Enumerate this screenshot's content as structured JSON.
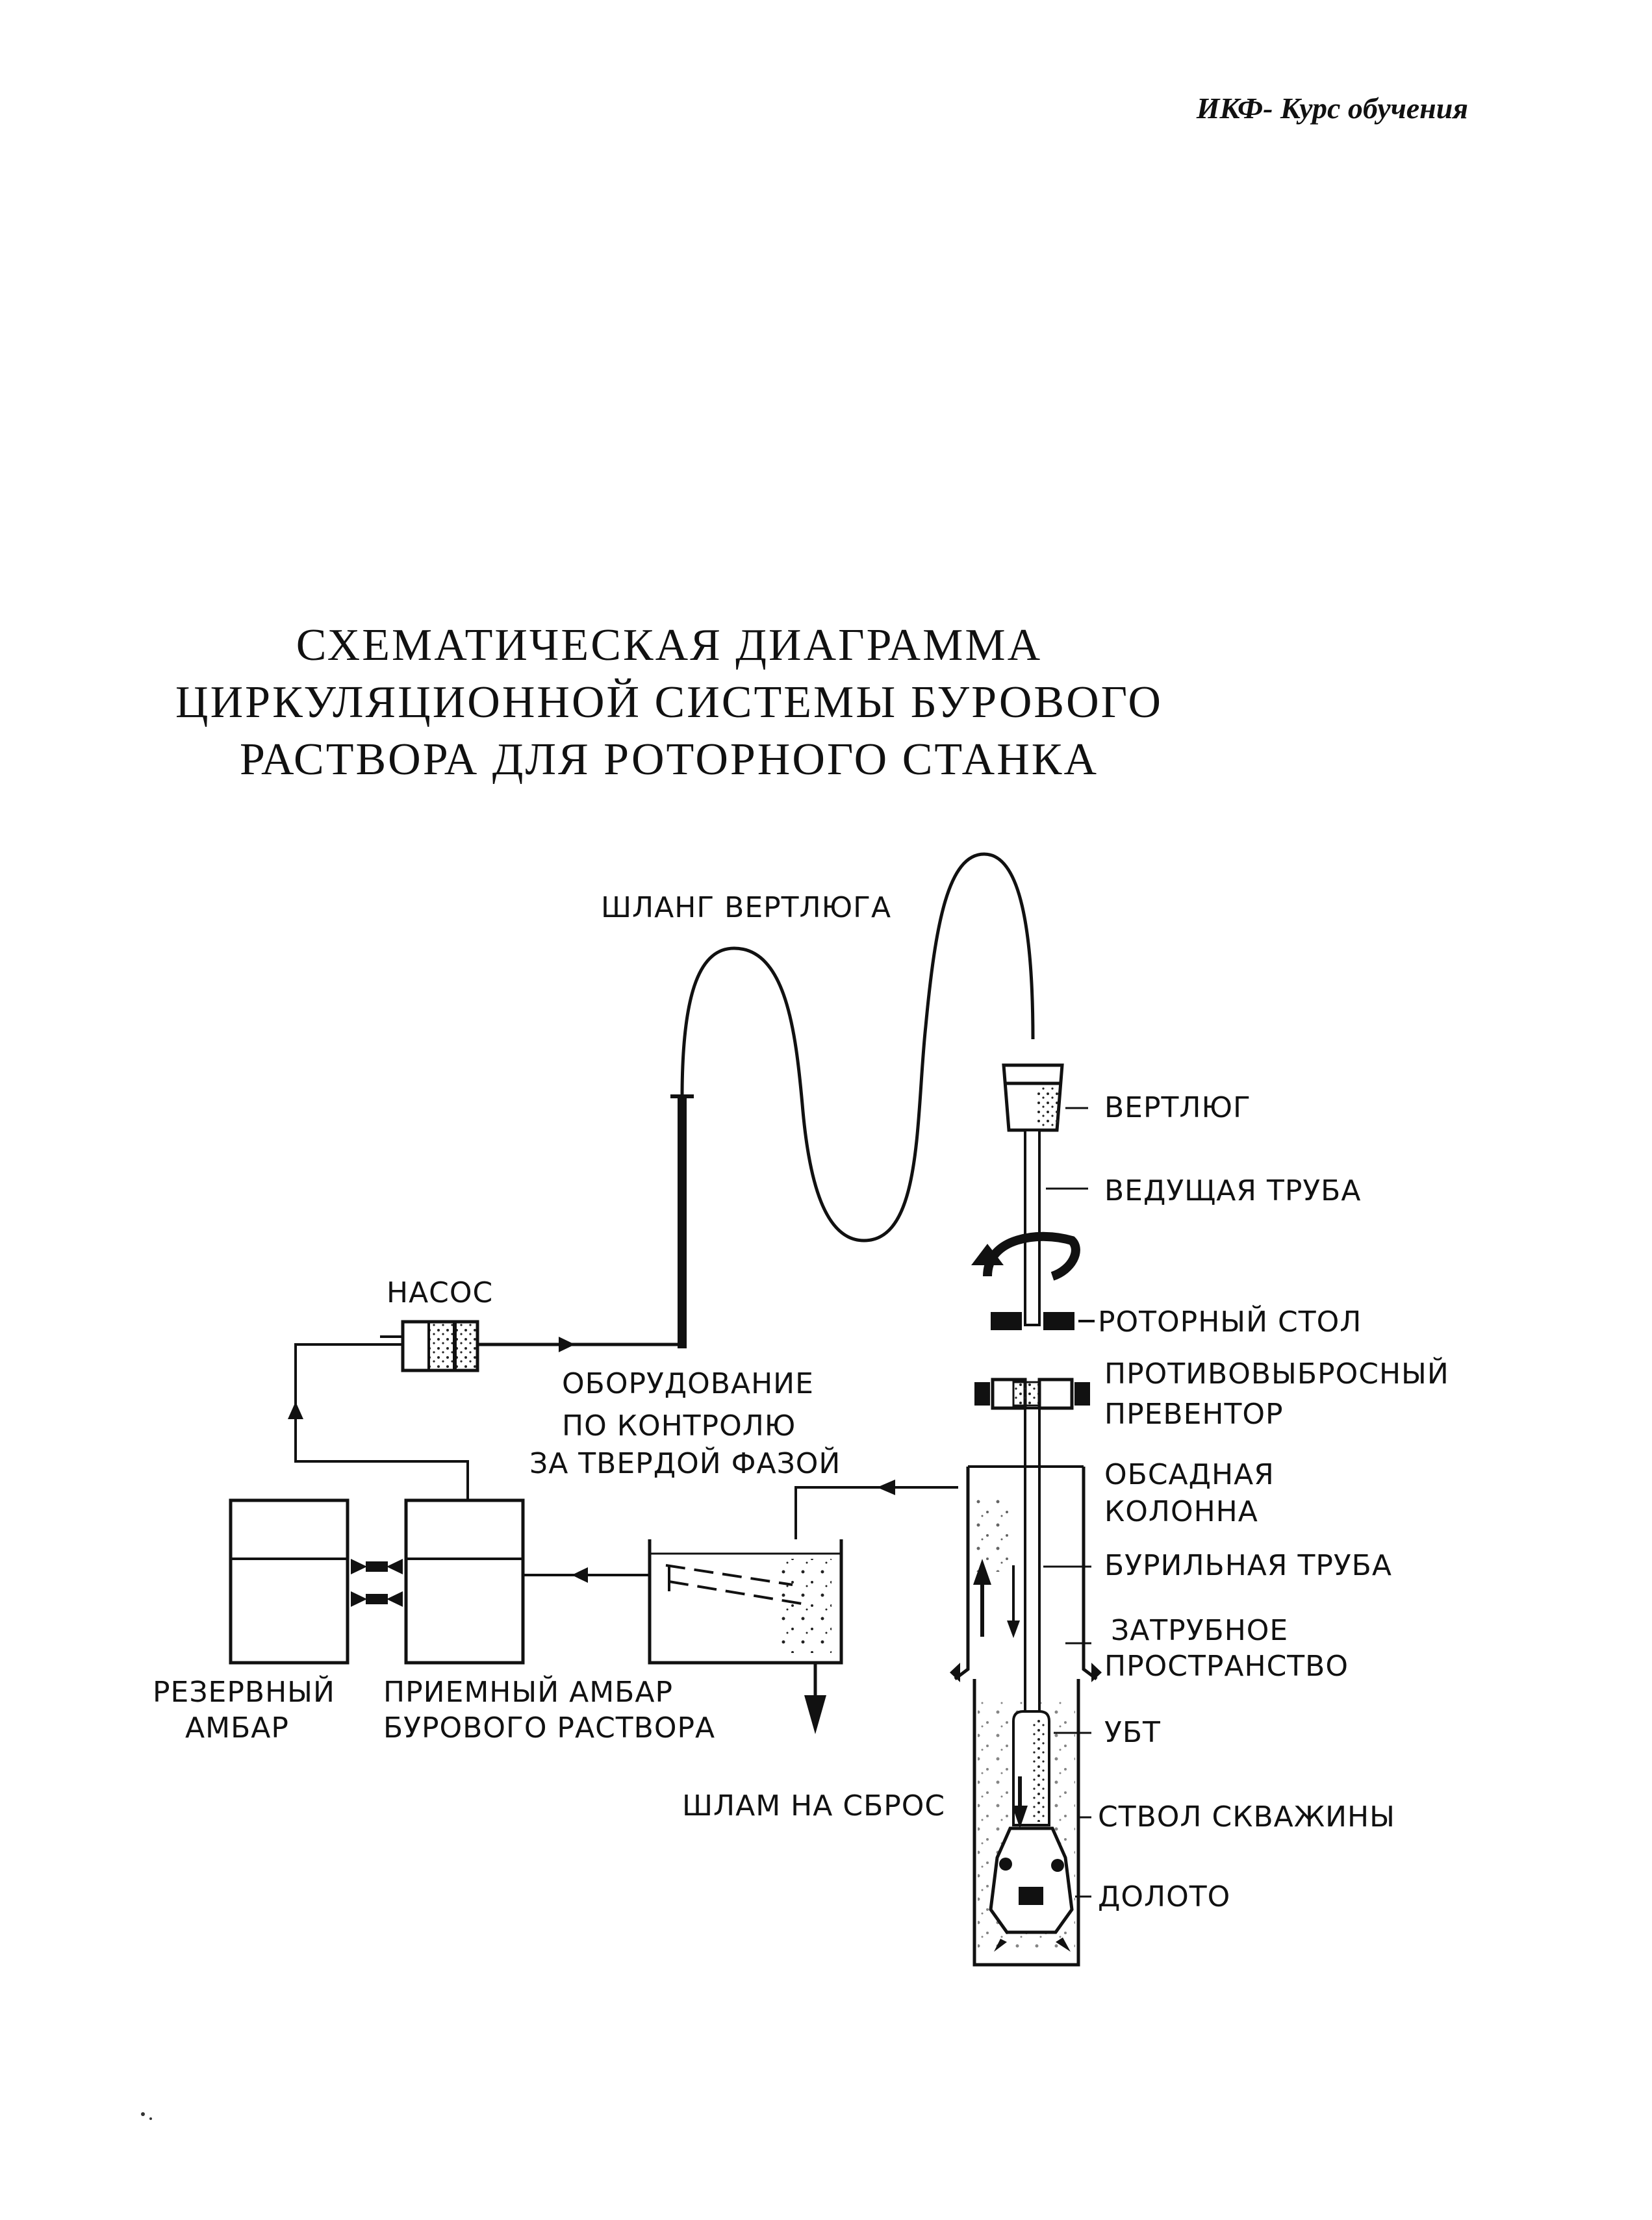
{
  "header": {
    "course": "ИКФ- Курс обучения"
  },
  "title": {
    "line1": "СХЕМАТИЧЕСКАЯ ДИАГРАММА",
    "line2": "ЦИРКУЛЯЦИОННОЙ СИСТЕМЫ БУРОВОГО",
    "line3": "РАСТВОРА ДЛЯ РОТОРНОГО СТАНКА"
  },
  "labels": {
    "swivel_hose": "ШЛАНГ ВЕРТЛЮГА",
    "swivel": "ВЕРТЛЮГ",
    "kelly": "ВЕДУЩАЯ ТРУБА",
    "pump": "НАСОС",
    "rotary_table": "РОТОРНЫЙ СТОЛ",
    "bop_line1": "ПРОТИВОВЫБРОСНЫЙ",
    "bop_line2": "ПРЕВЕНТОР",
    "solids_line1": "ОБОРУДОВАНИЕ",
    "solids_line2": "ПО КОНТРОЛЮ",
    "solids_line3": "ЗА ТВЕРДОЙ ФАЗОЙ",
    "casing_line1": "ОБСАДНАЯ",
    "casing_line2": "КОЛОННА",
    "drill_pipe": "БУРИЛЬНАЯ ТРУБА",
    "annulus_line1": "ЗАТРУБНОЕ",
    "annulus_line2": "ПРОСТРАНСТВО",
    "reserve_pit_line1": "РЕЗЕРВНЫЙ",
    "reserve_pit_line2": "АМБАР",
    "suction_pit_line1": "ПРИЕМНЫЙ АМБАР",
    "suction_pit_line2": "БУРОВОГО РАСТВОРА",
    "collars": "УБТ",
    "cuttings": "ШЛАМ НА СБРОС",
    "borehole": "СТВОЛ СКВАЖИНЫ",
    "bit": "ДОЛОТО"
  }
}
